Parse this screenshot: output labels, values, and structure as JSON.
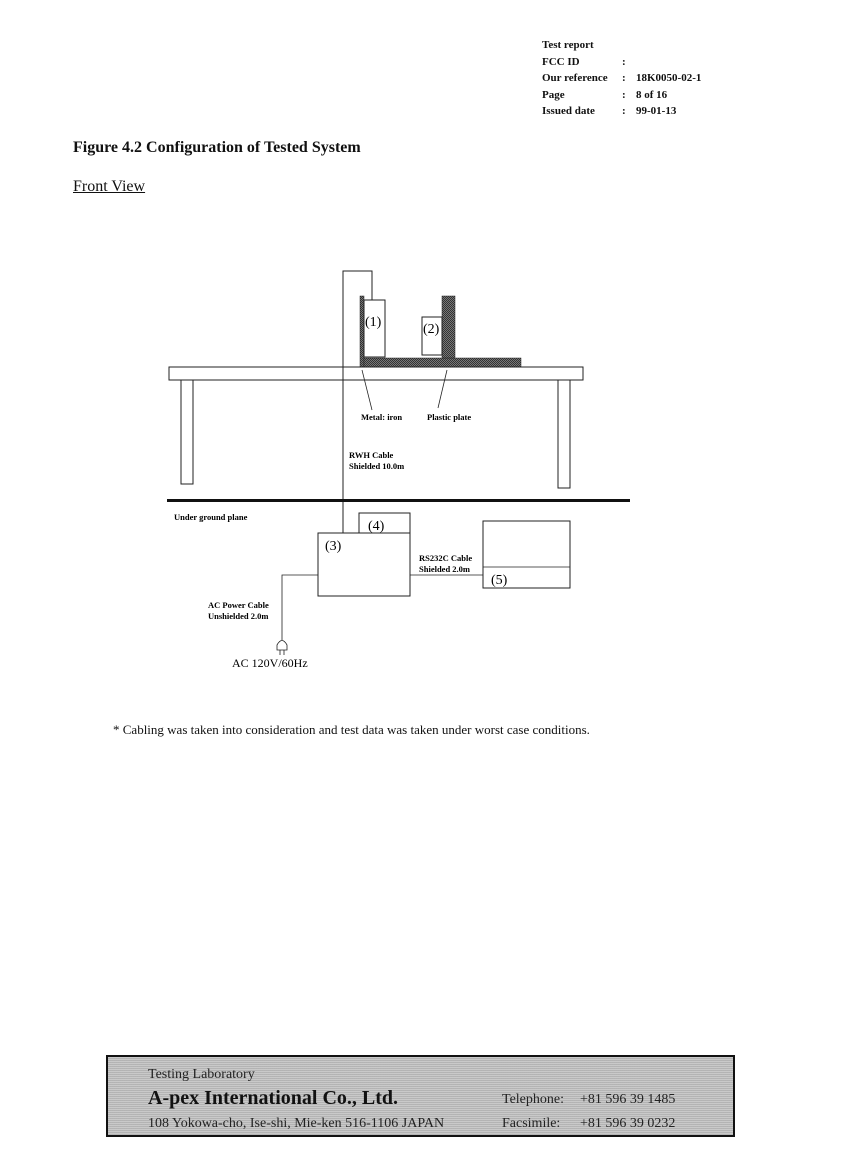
{
  "header": {
    "rows": [
      {
        "label": "Test report",
        "colon": "",
        "value": ""
      },
      {
        "label": "FCC ID",
        "colon": ":",
        "value": ""
      },
      {
        "label": "Our reference",
        "colon": ":",
        "value": "18K0050-02-1"
      },
      {
        "label": "Page",
        "colon": ":",
        "value": "8 of 16"
      },
      {
        "label": "Issued date",
        "colon": ":",
        "value": "99-01-13"
      }
    ]
  },
  "figure": {
    "title": "Figure 4.2 Configuration of Tested System",
    "subtitle": "Front View",
    "labels": {
      "item1": "(1)",
      "item2": "(2)",
      "item3": "(3)",
      "item4": "(4)",
      "item5": "(5)",
      "metal": "Metal: iron",
      "plastic": "Plastic plate",
      "rwh1": "RWH Cable",
      "rwh2": "Shielded 10.0m",
      "ground": "Under ground plane",
      "rs1": "RS232C Cable",
      "rs2": "Shielded 2.0m",
      "ac1": "AC Power Cable",
      "ac2": "Unshielded 2.0m",
      "power": "AC 120V/60Hz"
    }
  },
  "footnote": "* Cabling was taken into consideration and test data was taken under worst case conditions.",
  "footer": {
    "lab": "Testing Laboratory",
    "company": "A-pex International Co., Ltd.",
    "address": "108 Yokowa-cho, Ise-shi, Mie-ken 516-1106 JAPAN",
    "tel_label": "Telephone:",
    "tel": "+81 596 39 1485",
    "fax_label": "Facsimile:",
    "fax": "+81 596 39 0232"
  }
}
